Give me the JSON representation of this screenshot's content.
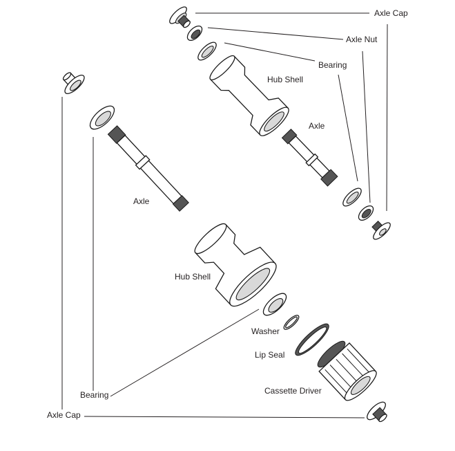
{
  "labels": {
    "top_axle_cap": "Axle Cap",
    "top_axle_nut": "Axle Nut",
    "top_bearing": "Bearing",
    "top_hub_shell": "Hub Shell",
    "top_axle": "Axle",
    "bottom_axle": "Axle",
    "bottom_hub_shell": "Hub Shell",
    "washer": "Washer",
    "lip_seal": "Lip Seal",
    "cassette_driver": "Cassette Driver",
    "bottom_bearing": "Bearing",
    "bottom_axle_cap": "Axle Cap"
  }
}
